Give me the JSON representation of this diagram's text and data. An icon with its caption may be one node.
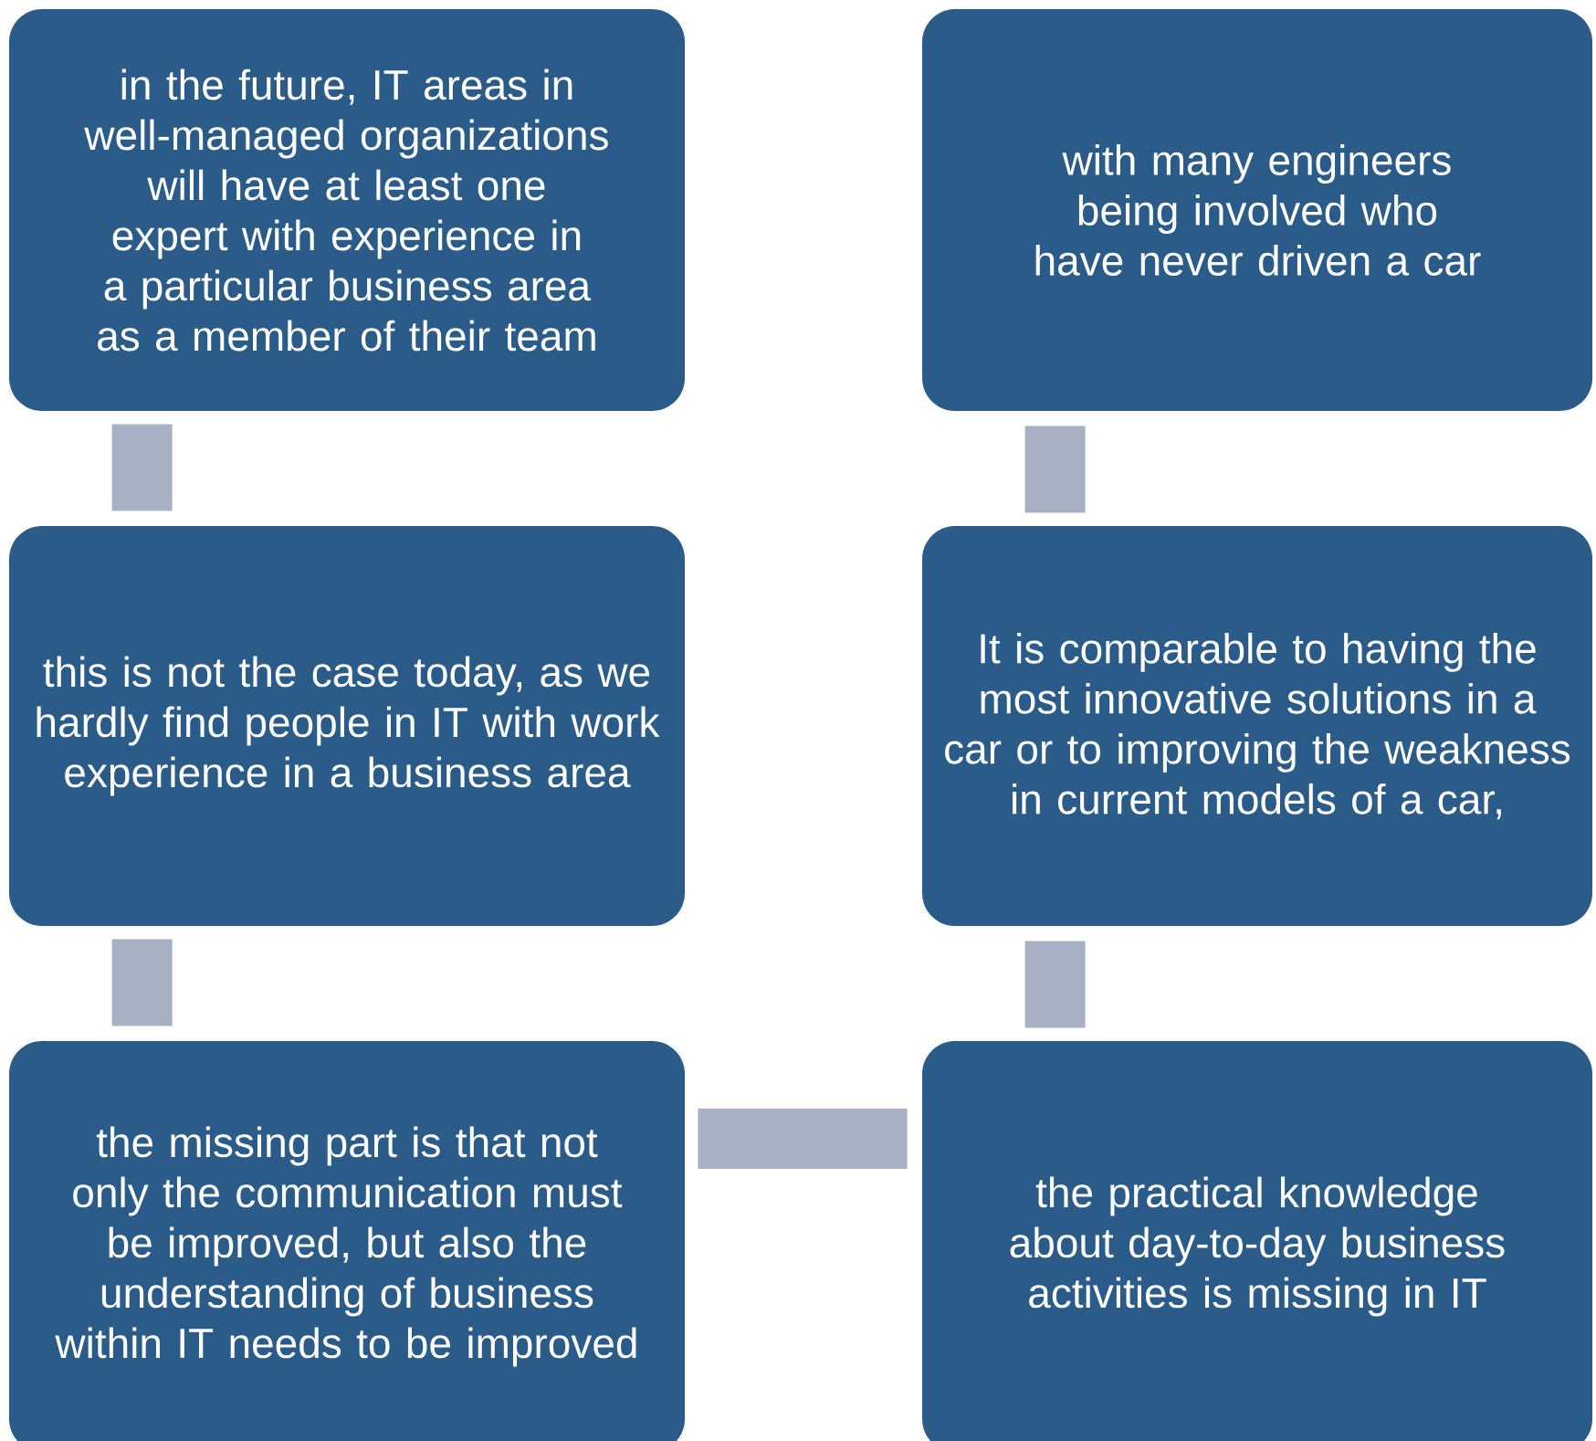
{
  "diagram": {
    "nodes": [
      {
        "text": [
          "in the future, IT areas in well-managed organizations will have at least one expert with experience in a particular business area as a member of their team"
        ]
      },
      {
        "text": [
          "with many engineers being involved who have never driven a car"
        ]
      },
      {
        "text": [
          "this is not the case today, as we hardly find people in IT with work experience in a business area"
        ]
      },
      {
        "text": [
          "It is comparable to having the most innovative solutions in a car or to improving the weakness in current models of a car,"
        ]
      },
      {
        "text": [
          "the missing part is that not only the communication must be improved, but also the understanding of business within IT needs to be improved"
        ]
      },
      {
        "text": [
          "the practical knowledge about day-to-day business activities is missing in IT"
        ]
      }
    ],
    "edges": [
      {
        "from": 0,
        "to": 2,
        "arrow": "none"
      },
      {
        "from": 2,
        "to": 4,
        "arrow": "none"
      },
      {
        "from": 4,
        "to": 5,
        "arrow": "none"
      },
      {
        "from": 5,
        "to": 3,
        "arrow": "none"
      },
      {
        "from": 3,
        "to": 1,
        "arrow": "none"
      }
    ]
  }
}
